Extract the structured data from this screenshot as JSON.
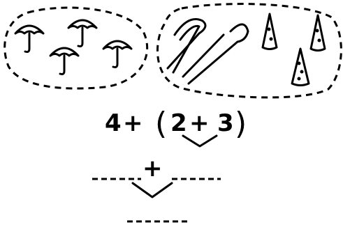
{
  "expression": {
    "first_addend": "4",
    "plus_outer": "+",
    "paren_open": "(",
    "second_addend": "2",
    "plus_inner": "+",
    "third_addend": "3",
    "paren_close": ")"
  },
  "step_line": {
    "operator": "+"
  },
  "groups": {
    "left": {
      "icon": "umbrella-icon",
      "count": 4
    },
    "right": {
      "icons": [
        "candy-cane-icon",
        "party-hat-icon"
      ],
      "candy_cane_count": 2,
      "party_hat_count": 3
    }
  }
}
